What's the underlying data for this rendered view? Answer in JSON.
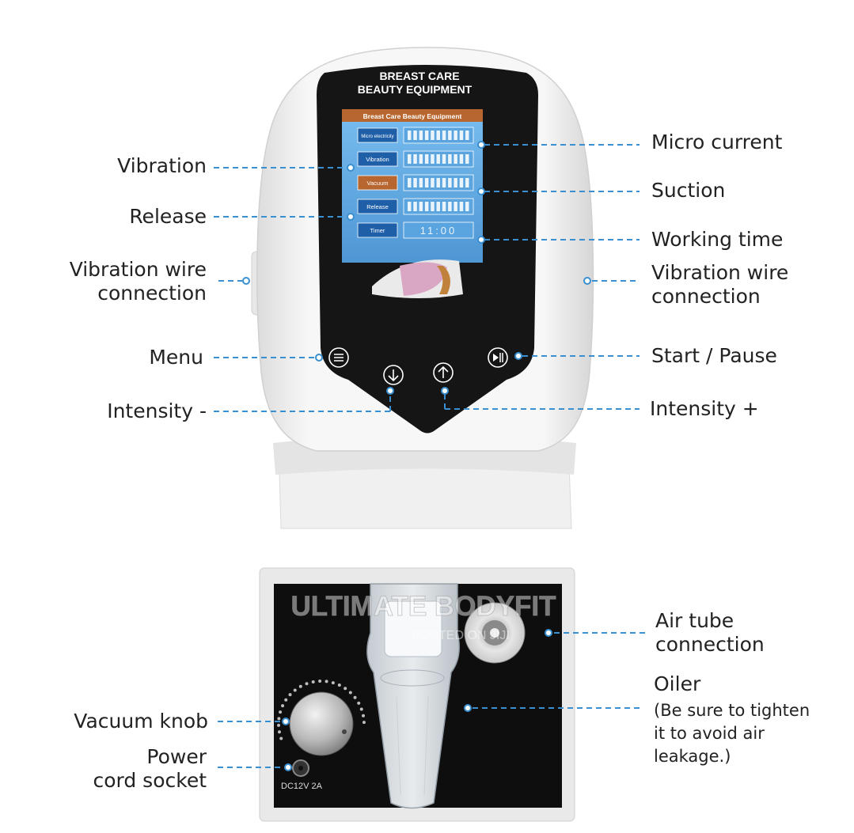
{
  "device": {
    "brand_line1": "BREAST CARE",
    "brand_line2": "BEAUTY EQUIPMENT",
    "screen_title": "Breast Care Beauty Equipment",
    "screen_rows": [
      "Micro electricity",
      "Vibration",
      "Vacuum",
      "Release",
      "Timer"
    ],
    "timer_value": "11:00",
    "back_panel_label": "DC12V  2A",
    "watermark_line1": "ULTIMATE BODYFIT",
    "watermark_line2": "POSTED ON JIJI"
  },
  "callouts": {
    "micro_current": "Micro current",
    "vibration": "Vibration",
    "suction": "Suction",
    "release": "Release",
    "working_time": "Working time",
    "vibration_wire_left": "Vibration wire\nconnection",
    "vibration_wire_right": "Vibration wire\nconnection",
    "menu": "Menu",
    "start_pause": "Start / Pause",
    "intensity_minus": "Intensity -",
    "intensity_plus": "Intensity +",
    "air_tube": "Air tube\nconnection",
    "oiler_title": "Oiler",
    "oiler_note": "(Be sure to tighten\nit to avoid air\nleakage.)",
    "vacuum_knob": "Vacuum knob",
    "power_socket": "Power\ncord socket"
  },
  "colors": {
    "leader": "#3a8fd0",
    "screen_bg": "#1a1a1a",
    "lcd_bg": "#6fb3e6",
    "lcd_title": "#b7662f"
  }
}
